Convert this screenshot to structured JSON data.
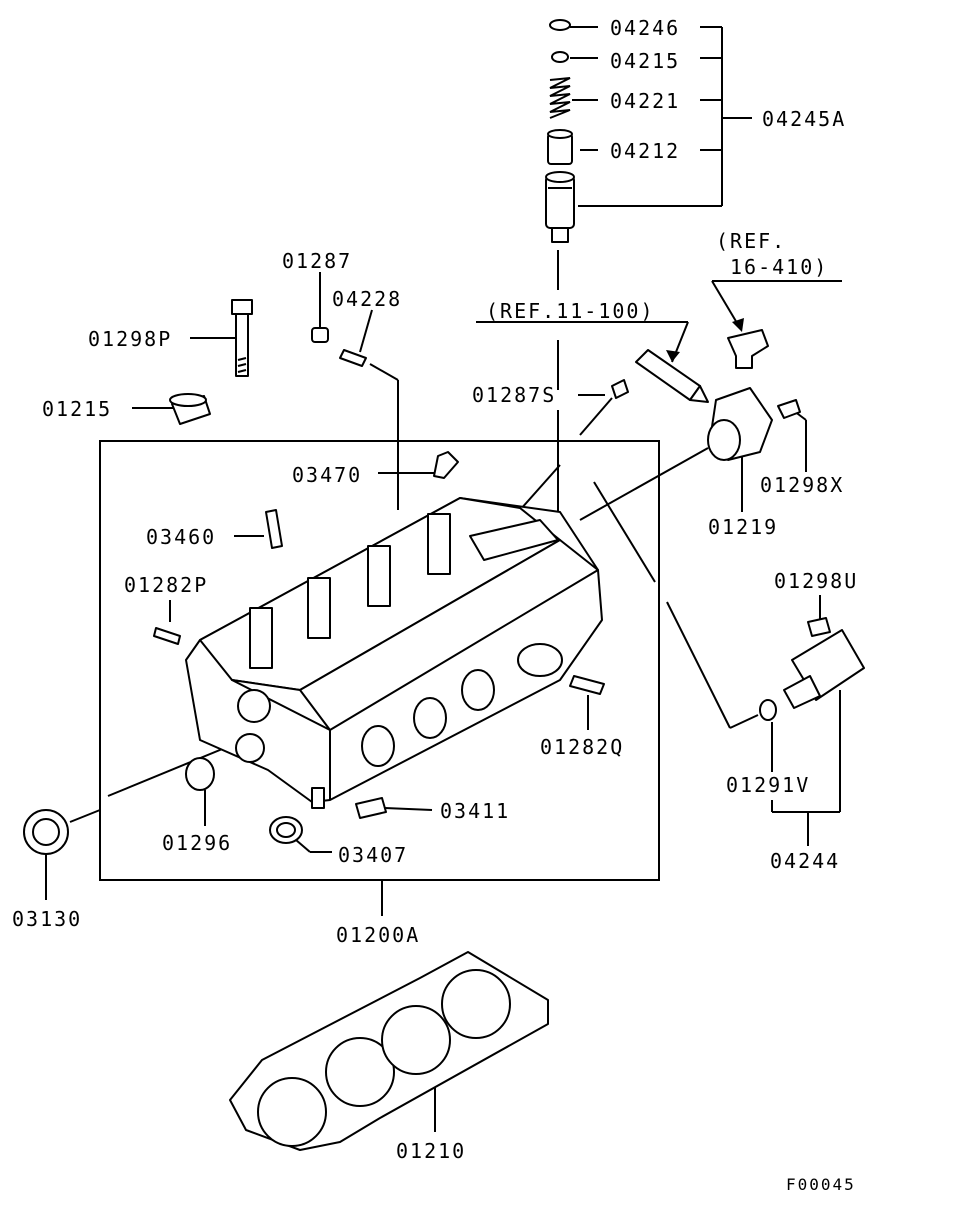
{
  "figure_code": "F00045",
  "callouts": {
    "p04246": "04246",
    "p04215": "04215",
    "p04221": "04221",
    "p04212": "04212",
    "p04245A": "04245A",
    "ref_16_410_a": "(REF.",
    "ref_16_410_b": "16-410)",
    "p01287": "01287",
    "p04228": "04228",
    "ref_11_100": "(REF.11-100)",
    "p01298P": "01298P",
    "p01287S": "01287S",
    "p01215": "01215",
    "p01298X": "01298X",
    "p03470": "03470",
    "p01219": "01219",
    "p03460": "03460",
    "p01282P": "01282P",
    "p01298U": "01298U",
    "p01282Q": "01282Q",
    "p01291V": "01291V",
    "p03411": "03411",
    "p01296": "01296",
    "p03407": "03407",
    "p04244": "04244",
    "p03130": "03130",
    "p01200A": "01200A",
    "p01210": "01210"
  }
}
